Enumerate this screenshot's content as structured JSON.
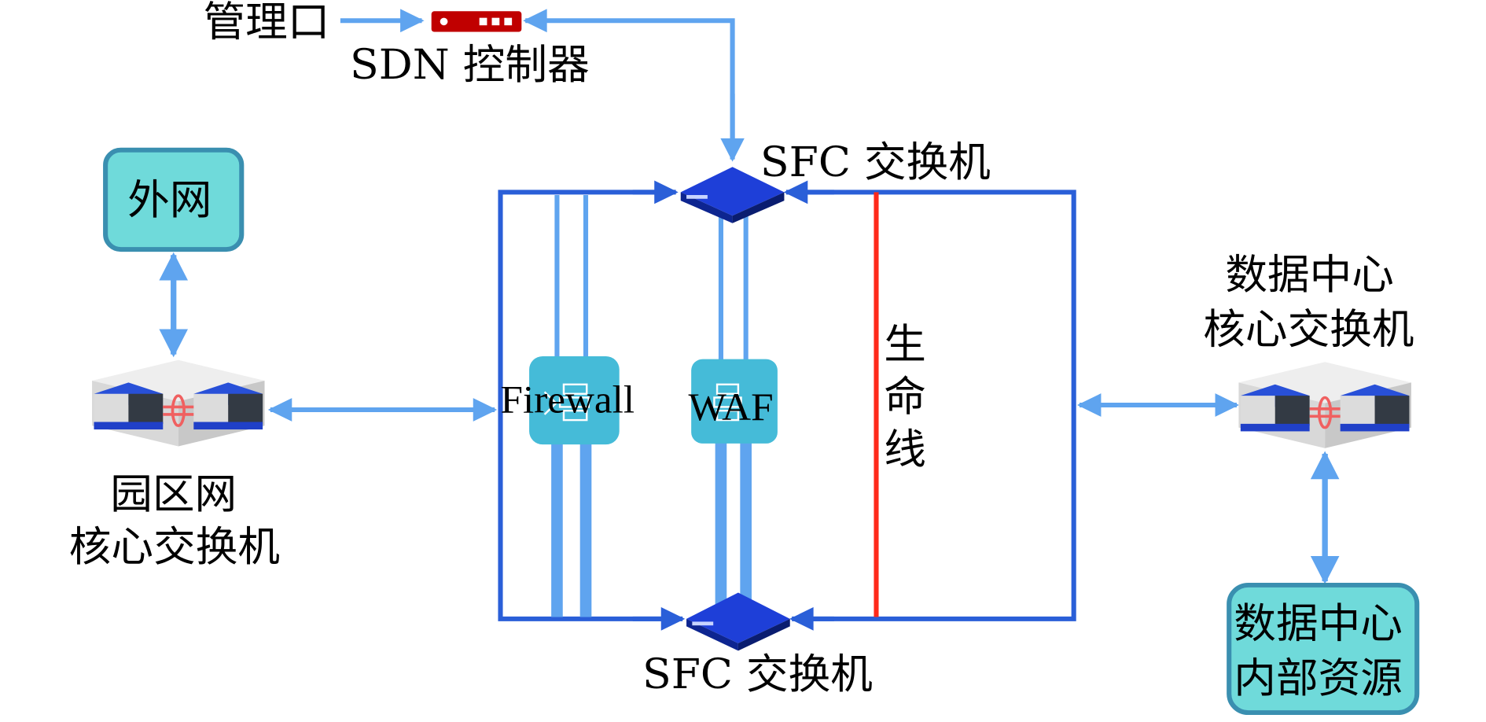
{
  "title": "SFC network security architecture diagram",
  "colors": {
    "link_light": "#5fa4ef",
    "link_dark": "#2a5fd8",
    "lifeline": "#ff2a1a",
    "node_box_fill": "#6fdada",
    "node_box_border": "#3a8fb0",
    "service_fill": "#45bbd8",
    "sfc_switch": "#1e3fd8",
    "sfc_switch_dark": "#0d2590",
    "controller": "#c00000"
  },
  "nodes": {
    "mgmt_port": {
      "label": "管理口"
    },
    "sdn_controller": {
      "label": "SDN 控制器",
      "icon": "server-rack-icon"
    },
    "sfc_switch_top": {
      "label": "SFC 交换机",
      "icon": "switch-icon"
    },
    "sfc_switch_bottom": {
      "label": "SFC 交换机",
      "icon": "switch-icon"
    },
    "external_network": {
      "label": "外网"
    },
    "campus_core_switch": {
      "label_line1": "园区网",
      "label_line2": "核心交换机",
      "icon": "stacked-core-switch-icon"
    },
    "firewall": {
      "label": "Firewall",
      "icon": "firewall-icon"
    },
    "waf": {
      "label": "WAF",
      "icon": "firewall-icon"
    },
    "lifeline": {
      "label_chars": [
        "生",
        "命",
        "线"
      ]
    },
    "dc_core_switch": {
      "label_line1": "数据中心",
      "label_line2": "核心交换机",
      "icon": "stacked-core-switch-icon"
    },
    "dc_internal_resources": {
      "label_line1": "数据中心",
      "label_line2": "内部资源"
    }
  }
}
